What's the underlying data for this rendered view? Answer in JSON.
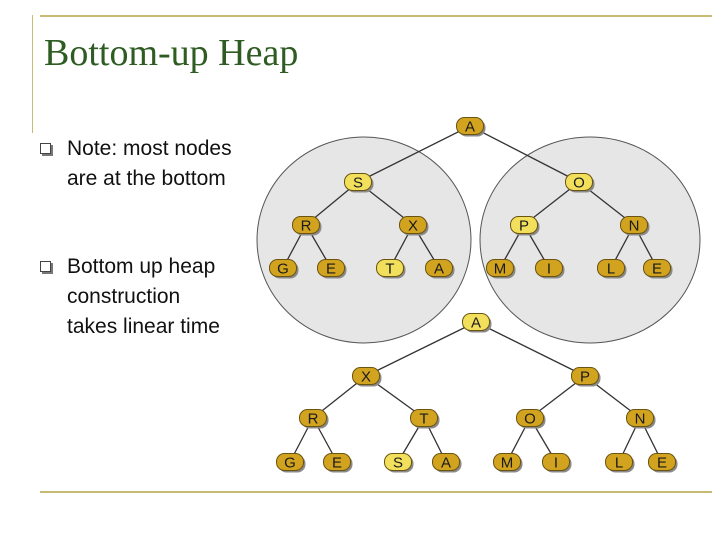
{
  "slide": {
    "title": "Bottom-up Heap",
    "bullets": [
      "Note: most nodes\nare at the bottom",
      "Bottom up heap\nconstruction\ntakes linear time"
    ]
  },
  "colors": {
    "title": "#2e5c22",
    "frame": "#c9bb73",
    "node_fill": "#d1a31f",
    "node_fill_highlight": "#f2df5c",
    "node_stroke": "#6b5410",
    "edge": "#333333",
    "subtree_fill": "#e6e6e6",
    "subtree_stroke": "#555555"
  },
  "trees": [
    {
      "name": "before",
      "nodes": [
        {
          "id": "b0",
          "label": "A",
          "highlight": false
        },
        {
          "id": "b1",
          "label": "S",
          "highlight": true
        },
        {
          "id": "b2",
          "label": "O",
          "highlight": true
        },
        {
          "id": "b3",
          "label": "R",
          "highlight": false
        },
        {
          "id": "b4",
          "label": "X",
          "highlight": false
        },
        {
          "id": "b5",
          "label": "P",
          "highlight": true
        },
        {
          "id": "b6",
          "label": "N",
          "highlight": false
        },
        {
          "id": "b7",
          "label": "G",
          "highlight": false
        },
        {
          "id": "b8",
          "label": "E",
          "highlight": false
        },
        {
          "id": "b9",
          "label": "T",
          "highlight": true
        },
        {
          "id": "b10",
          "label": "A",
          "highlight": false
        },
        {
          "id": "b11",
          "label": "M",
          "highlight": false
        },
        {
          "id": "b12",
          "label": "I",
          "highlight": false
        },
        {
          "id": "b13",
          "label": "L",
          "highlight": false
        },
        {
          "id": "b14",
          "label": "E",
          "highlight": false
        }
      ],
      "edges": [
        [
          "b0",
          "b1"
        ],
        [
          "b0",
          "b2"
        ],
        [
          "b1",
          "b3"
        ],
        [
          "b1",
          "b4"
        ],
        [
          "b2",
          "b5"
        ],
        [
          "b2",
          "b6"
        ],
        [
          "b3",
          "b7"
        ],
        [
          "b3",
          "b8"
        ],
        [
          "b4",
          "b9"
        ],
        [
          "b4",
          "b10"
        ],
        [
          "b5",
          "b11"
        ],
        [
          "b5",
          "b12"
        ],
        [
          "b6",
          "b13"
        ],
        [
          "b6",
          "b14"
        ]
      ]
    },
    {
      "name": "after",
      "nodes": [
        {
          "id": "a0",
          "label": "A",
          "highlight": true
        },
        {
          "id": "a1",
          "label": "X",
          "highlight": false
        },
        {
          "id": "a2",
          "label": "P",
          "highlight": false
        },
        {
          "id": "a3",
          "label": "R",
          "highlight": false
        },
        {
          "id": "a4",
          "label": "T",
          "highlight": false
        },
        {
          "id": "a5",
          "label": "O",
          "highlight": false
        },
        {
          "id": "a6",
          "label": "N",
          "highlight": false
        },
        {
          "id": "a7",
          "label": "G",
          "highlight": false
        },
        {
          "id": "a8",
          "label": "E",
          "highlight": false
        },
        {
          "id": "a9",
          "label": "S",
          "highlight": true
        },
        {
          "id": "a10",
          "label": "A",
          "highlight": false
        },
        {
          "id": "a11",
          "label": "M",
          "highlight": false
        },
        {
          "id": "a12",
          "label": "I",
          "highlight": false
        },
        {
          "id": "a13",
          "label": "L",
          "highlight": false
        },
        {
          "id": "a14",
          "label": "E",
          "highlight": false
        }
      ],
      "edges": [
        [
          "a0",
          "a1"
        ],
        [
          "a0",
          "a2"
        ],
        [
          "a1",
          "a3"
        ],
        [
          "a1",
          "a4"
        ],
        [
          "a2",
          "a5"
        ],
        [
          "a2",
          "a6"
        ],
        [
          "a3",
          "a7"
        ],
        [
          "a3",
          "a8"
        ],
        [
          "a4",
          "a9"
        ],
        [
          "a4",
          "a10"
        ],
        [
          "a5",
          "a11"
        ],
        [
          "a5",
          "a12"
        ],
        [
          "a6",
          "a13"
        ],
        [
          "a6",
          "a14"
        ]
      ]
    }
  ]
}
